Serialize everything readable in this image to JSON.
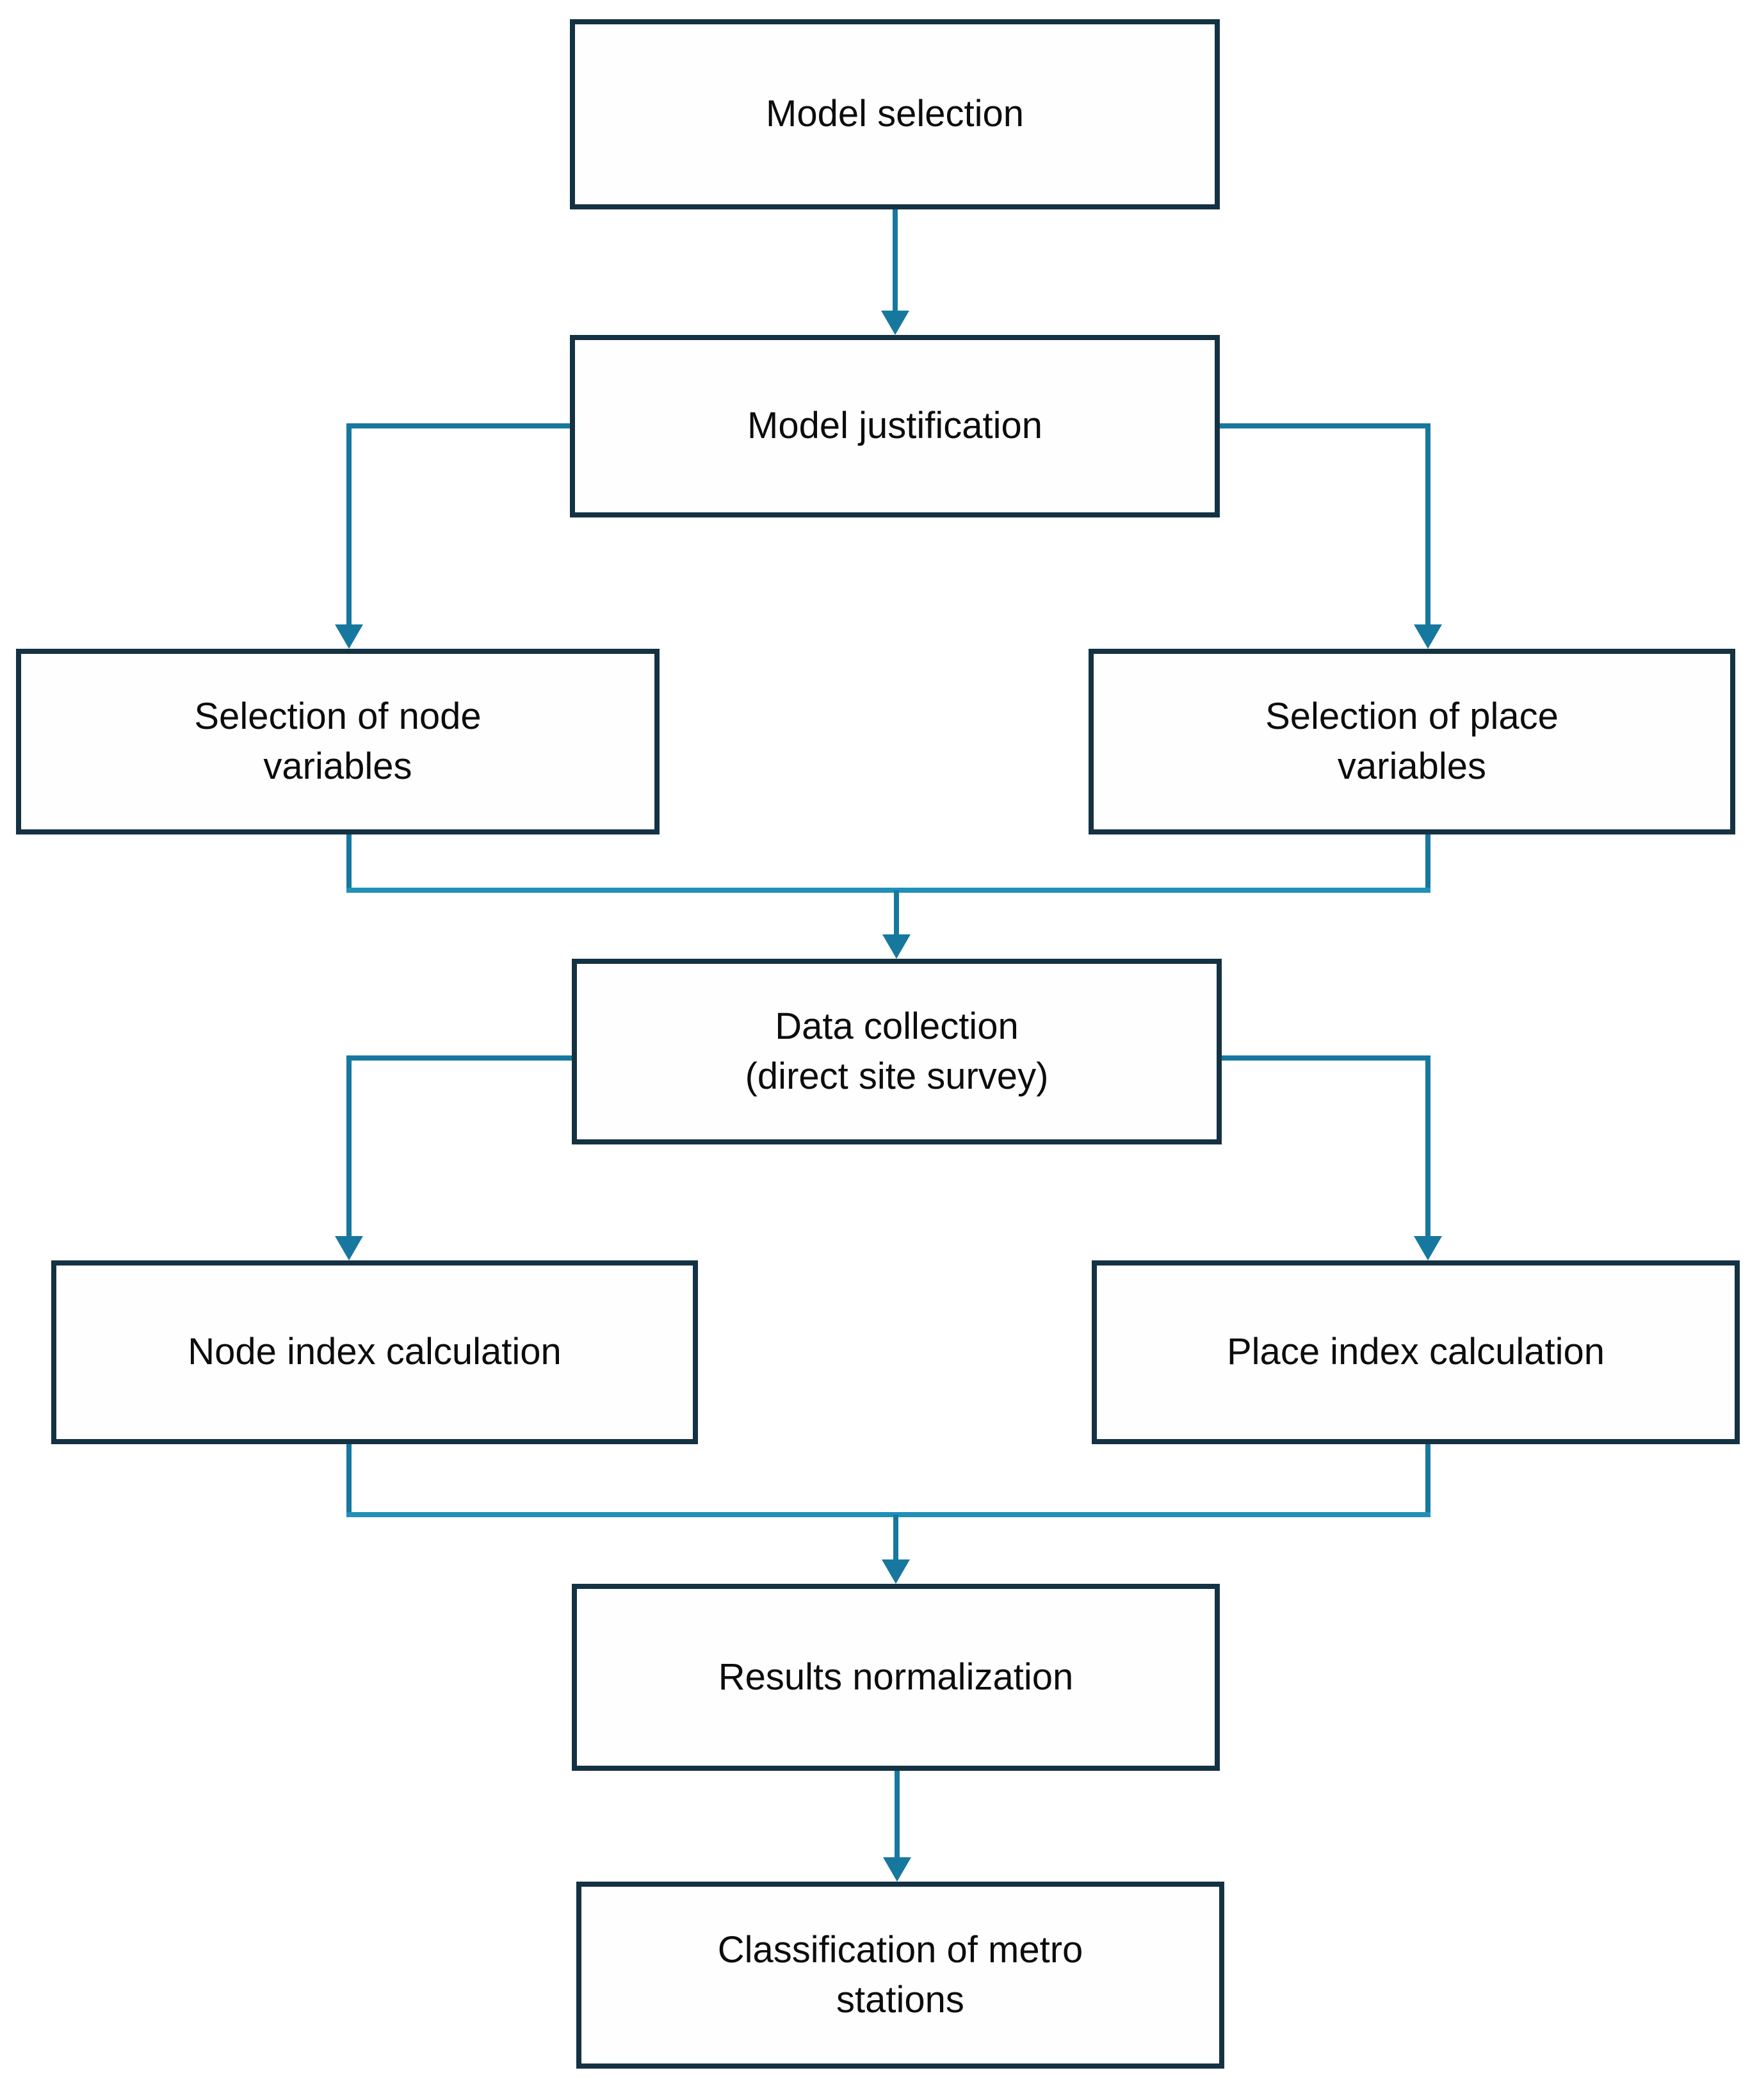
{
  "diagram": {
    "type": "flowchart",
    "background_color": "#ffffff",
    "box_fill_color": "#fefefe",
    "box_border_color": "#143244",
    "connector_color": "#17789f",
    "text_color": "#0c0c0c"
  },
  "nodes": [
    {
      "id": "model-selection",
      "label": "Model selection"
    },
    {
      "id": "model-justification",
      "label": "Model justification"
    },
    {
      "id": "selection-of-node-variables",
      "label": "Selection of node\nvariables"
    },
    {
      "id": "selection-of-place-variables",
      "label": "Selection of place\nvariables"
    },
    {
      "id": "data-collection",
      "label": "Data collection\n(direct site survey)"
    },
    {
      "id": "node-index-calculation",
      "label": "Node index calculation"
    },
    {
      "id": "place-index-calculation",
      "label": "Place index calculation"
    },
    {
      "id": "results-normalization",
      "label": "Results normalization"
    },
    {
      "id": "classification-of-metro-stations",
      "label": "Classification of metro\nstations"
    }
  ],
  "edges": [
    {
      "from": "Model selection",
      "to": "Model justification"
    },
    {
      "from": "Model justification",
      "to": "Selection of node variables"
    },
    {
      "from": "Model justification",
      "to": "Selection of place variables"
    },
    {
      "from": "Selection of node variables",
      "to": "Data collection (direct site survey)"
    },
    {
      "from": "Selection of place variables",
      "to": "Data collection (direct site survey)"
    },
    {
      "from": "Data collection (direct site survey)",
      "to": "Node index calculation"
    },
    {
      "from": "Data collection (direct site survey)",
      "to": "Place index calculation"
    },
    {
      "from": "Node index calculation",
      "to": "Results normalization"
    },
    {
      "from": "Place index calculation",
      "to": "Results normalization"
    },
    {
      "from": "Results normalization",
      "to": "Classification of metro stations"
    }
  ]
}
